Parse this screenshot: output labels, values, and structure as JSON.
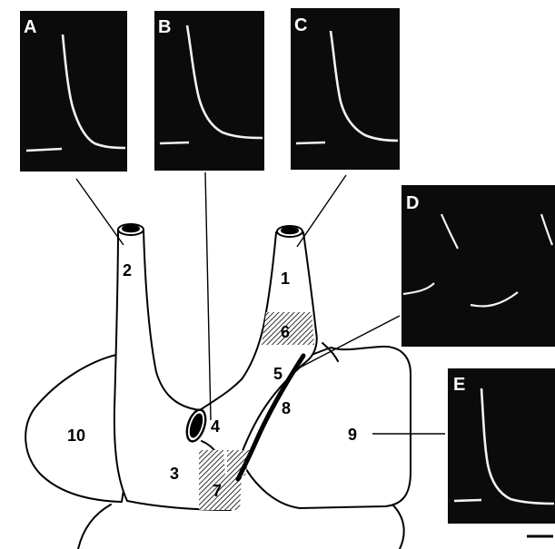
{
  "panels": {
    "a": "A",
    "b": "B",
    "c": "C",
    "d": "D",
    "e": "E"
  },
  "regions": {
    "r1": "1",
    "r2": "2",
    "r3": "3",
    "r4": "4",
    "r5": "5",
    "r6": "6",
    "r7": "7",
    "r8": "8",
    "r9": "9",
    "r10": "10"
  },
  "colors": {
    "panel_bg": "#0b0b0b",
    "trace": "#f2f2f2",
    "ink": "#000000",
    "paper": "#ffffff"
  },
  "icons": {
    "scale": "scale-bar"
  }
}
